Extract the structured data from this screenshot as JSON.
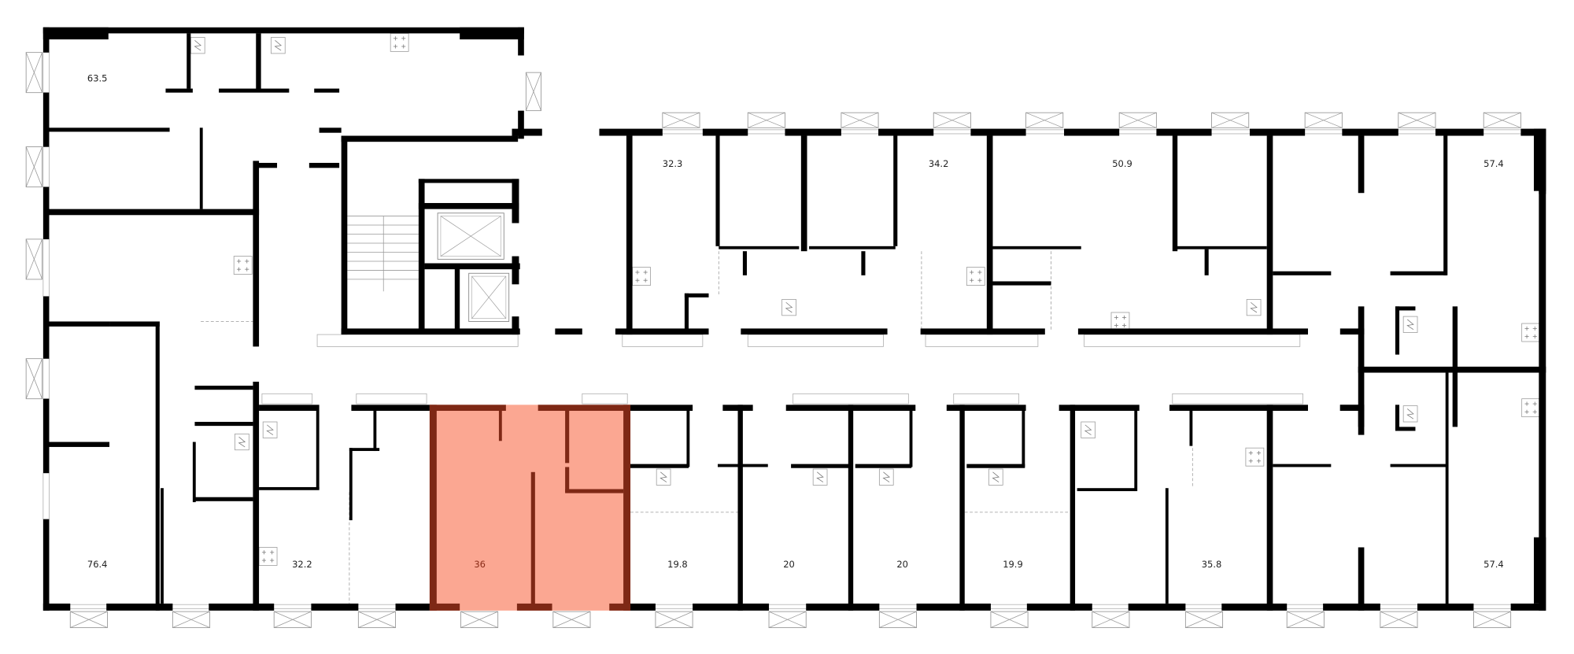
{
  "floor_plan": {
    "selected_apartment": {
      "area": "36",
      "fill_color": "#fba792",
      "wall_color": "#7e2815"
    },
    "apartments": [
      {
        "id": "apt-63-5",
        "area": "63.5"
      },
      {
        "id": "apt-32-3",
        "area": "32.3"
      },
      {
        "id": "apt-34-2",
        "area": "34.2"
      },
      {
        "id": "apt-50-9",
        "area": "50.9"
      },
      {
        "id": "apt-57-4-top",
        "area": "57.4"
      },
      {
        "id": "apt-76-4",
        "area": "76.4"
      },
      {
        "id": "apt-32-2",
        "area": "32.2"
      },
      {
        "id": "apt-36",
        "area": "36"
      },
      {
        "id": "apt-19-8",
        "area": "19.8"
      },
      {
        "id": "apt-20-a",
        "area": "20"
      },
      {
        "id": "apt-20-b",
        "area": "20"
      },
      {
        "id": "apt-19-9",
        "area": "19.9"
      },
      {
        "id": "apt-35-8",
        "area": "35.8"
      },
      {
        "id": "apt-57-4-bottom",
        "area": "57.4"
      }
    ]
  }
}
